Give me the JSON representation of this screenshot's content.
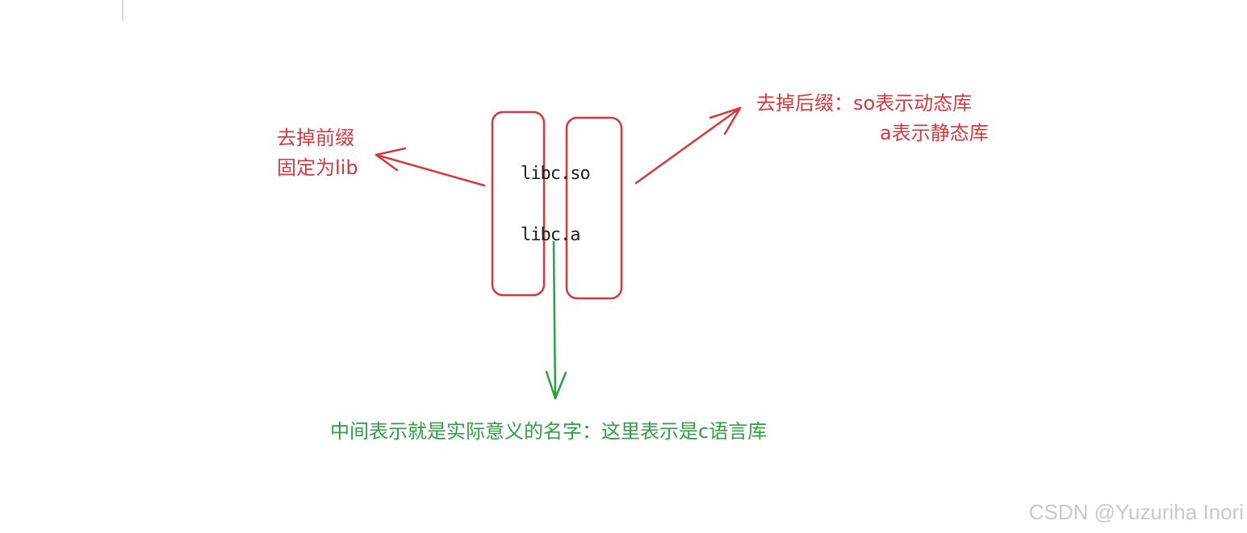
{
  "diagram": {
    "files": {
      "so": "libc.so",
      "a": "libc.a"
    },
    "prefix_note": {
      "line1": "去掉前缀",
      "line2": "固定为lib"
    },
    "suffix_note": {
      "line1": "去掉后缀：so表示动态库",
      "line2": "a表示静态库"
    },
    "middle_note": "中间表示就是实际意义的名字：这里表示是c语言库",
    "colors": {
      "prefix": "#d6393c",
      "suffix": "#d6393c",
      "middle": "#2f9e44",
      "text": "#1e1e1e"
    }
  },
  "watermark": "CSDN @Yuzuriha  Inori"
}
